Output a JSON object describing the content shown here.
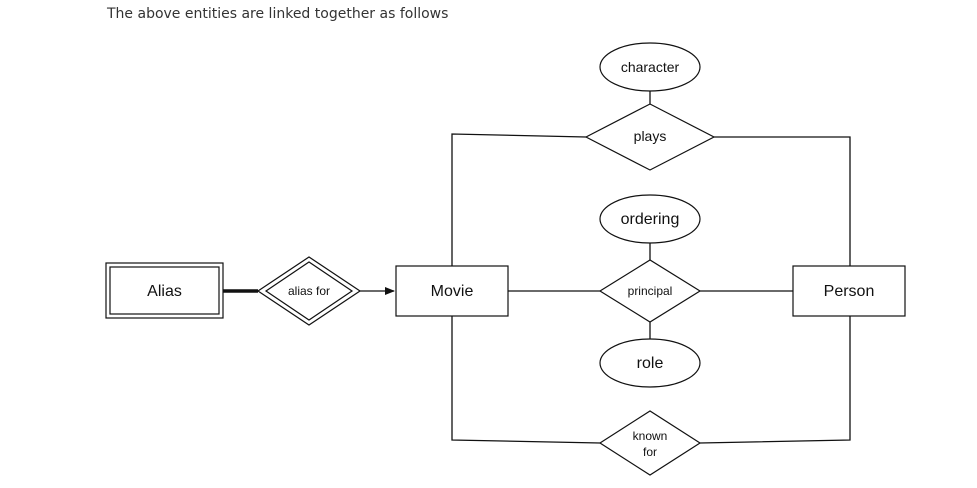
{
  "caption": "The above entities are linked together as follows",
  "diagram": {
    "entities": {
      "alias": "Alias",
      "movie": "Movie",
      "person": "Person"
    },
    "relationships": {
      "alias_for": "alias for",
      "plays": "plays",
      "principal": "principal",
      "known_for_line1": "known",
      "known_for_line2": "for"
    },
    "attributes": {
      "character": "character",
      "ordering": "ordering",
      "role": "role"
    }
  },
  "colors": {
    "line": "#111111",
    "caption_text": "#333333"
  }
}
